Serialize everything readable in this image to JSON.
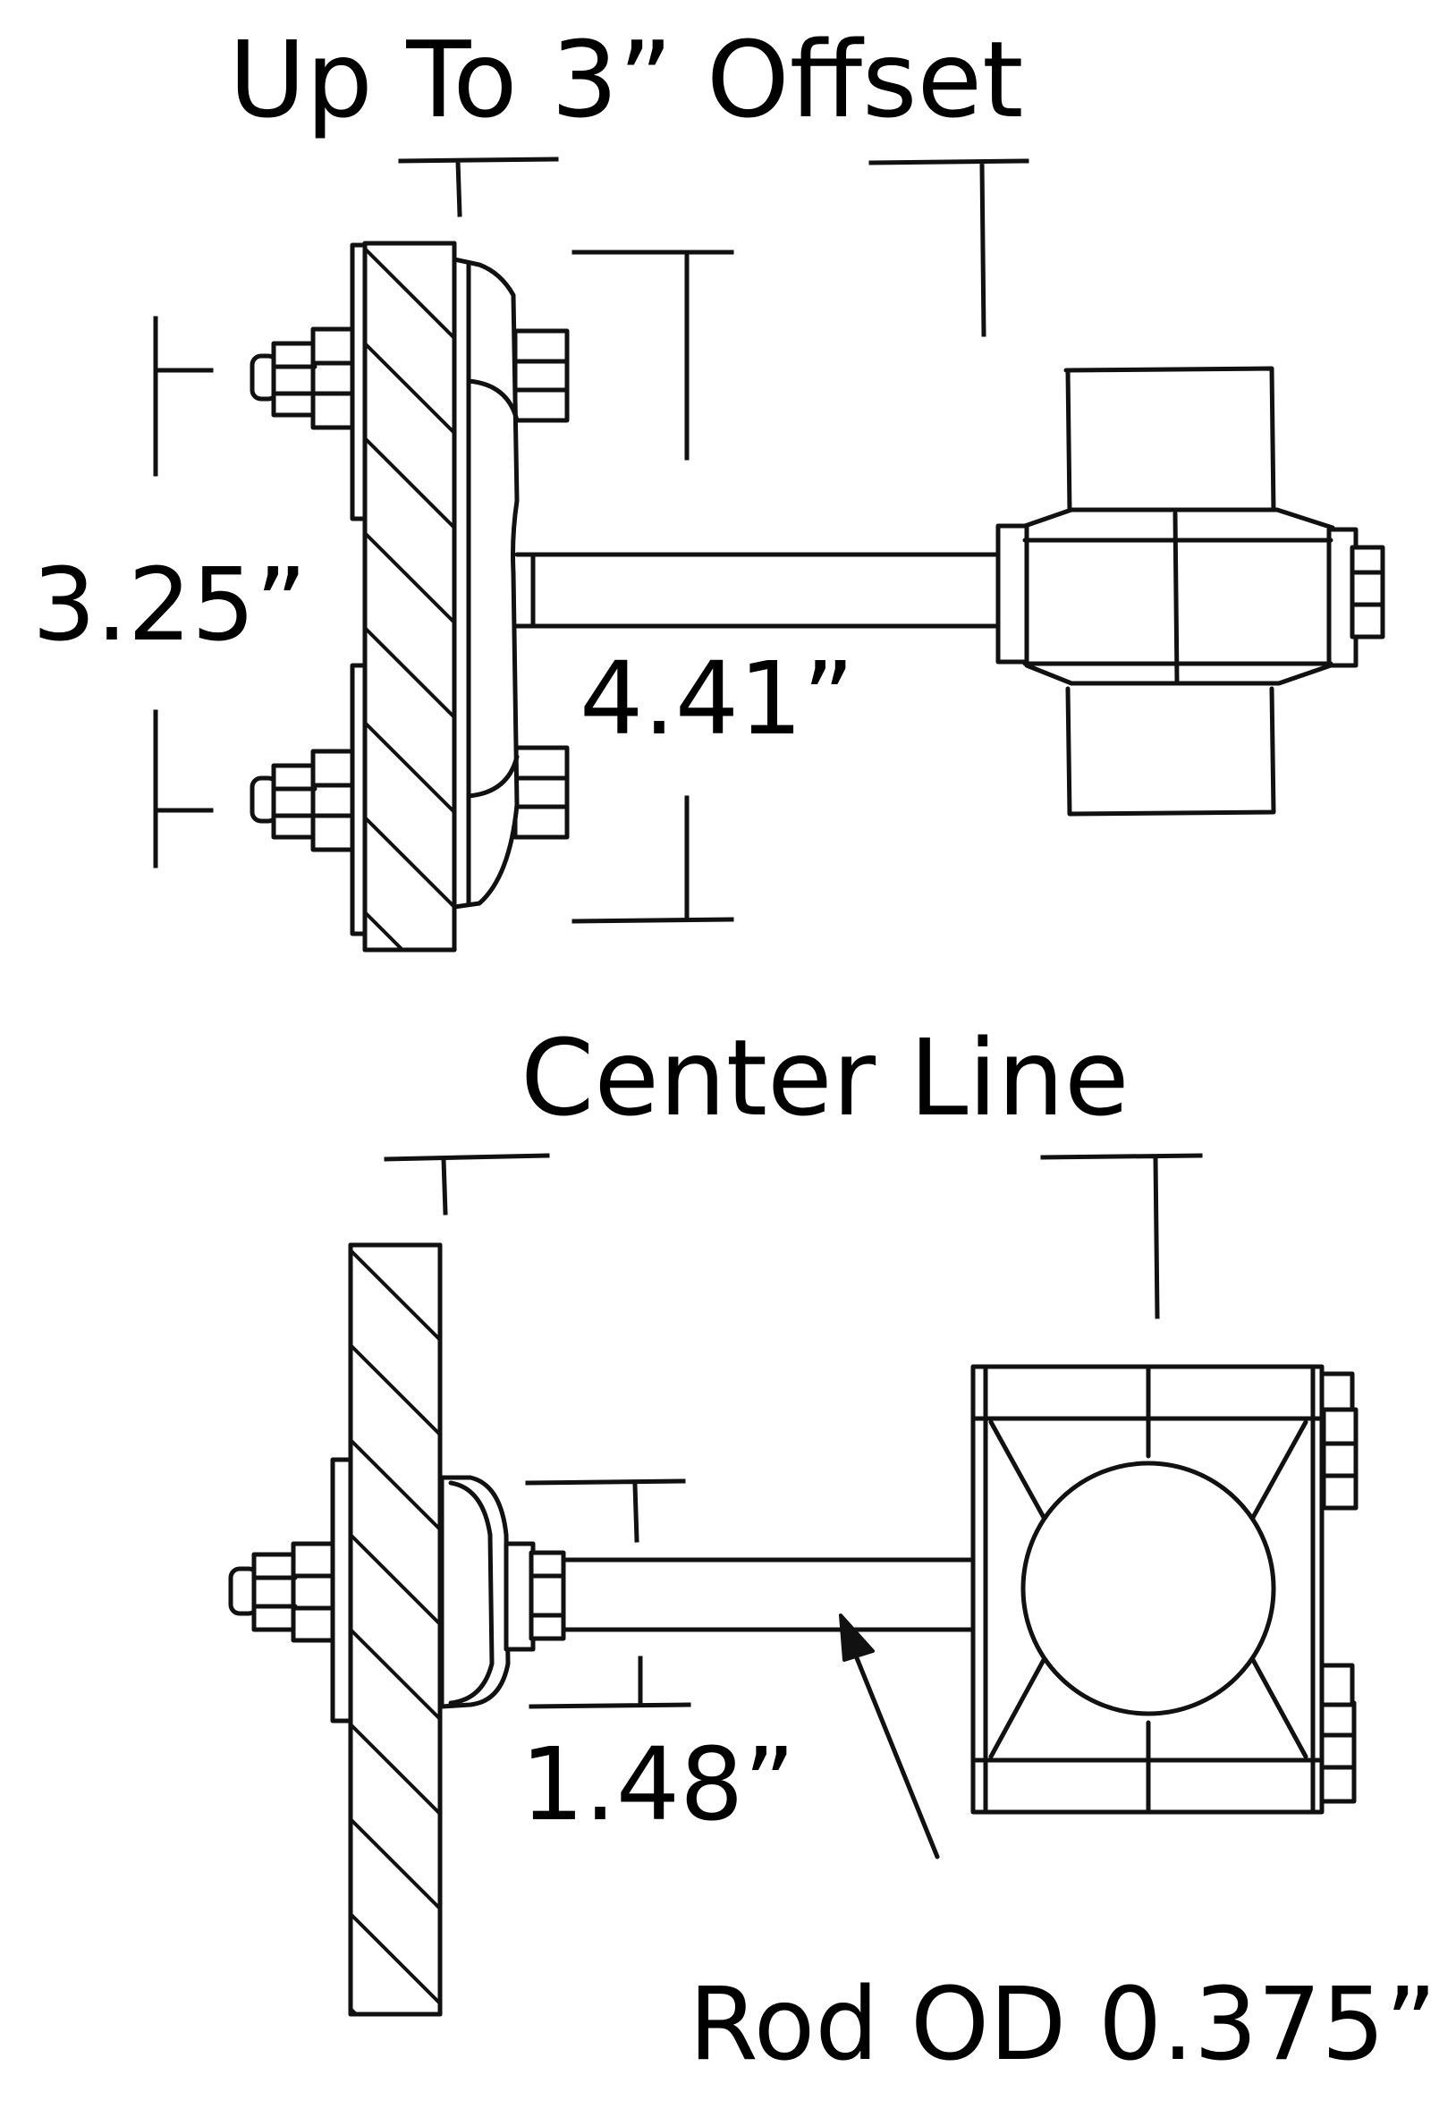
{
  "top_view": {
    "title": "Up To 3” Offset",
    "height_label": "3.25”",
    "length_label": "4.41”"
  },
  "bottom_view": {
    "title": "Center Line",
    "length_label": "1.48”",
    "rod_label": "Rod OD 0.375”"
  },
  "colors": {
    "ink": "#111111",
    "background": "#ffffff"
  }
}
